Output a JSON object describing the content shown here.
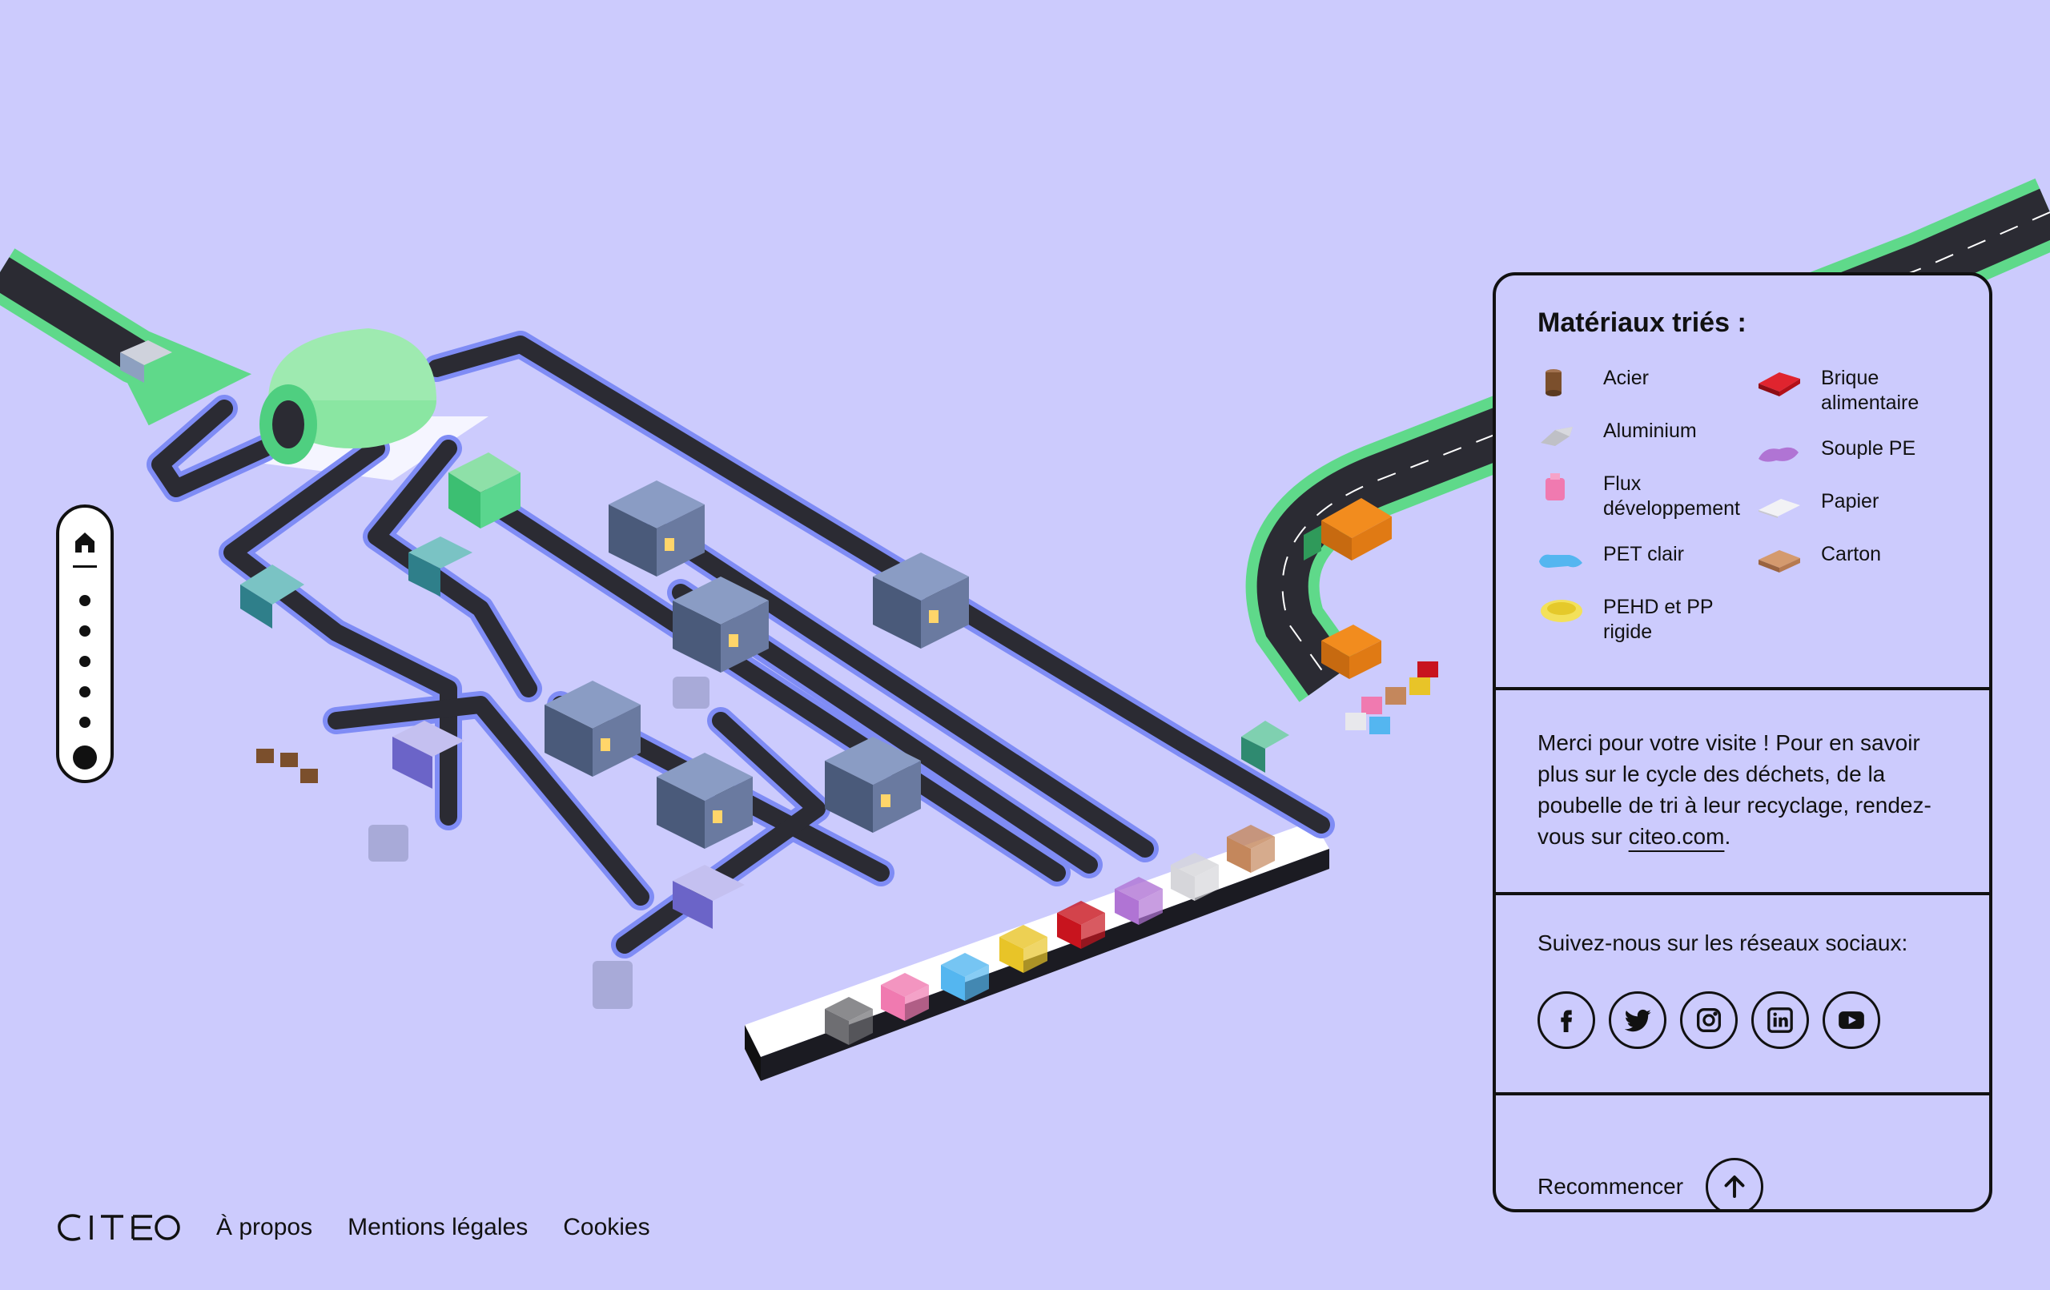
{
  "panel": {
    "materials_title": "Matériaux triés :",
    "materials": [
      {
        "label": "Acier",
        "icon": "steel-can-icon",
        "color": "#7b4f2c"
      },
      {
        "label": "Aluminium",
        "icon": "aluminium-icon",
        "color": "#bfc0c6"
      },
      {
        "label": "Flux développement",
        "icon": "flux-icon",
        "color": "#f07ab0"
      },
      {
        "label": "PET clair",
        "icon": "pet-bottle-icon",
        "color": "#54b6f0"
      },
      {
        "label": "PEHD et PP rigide",
        "icon": "pehd-icon",
        "color": "#f3e15a"
      },
      {
        "label": "Brique alimentaire",
        "icon": "carton-brick-icon",
        "color": "#c8141e"
      },
      {
        "label": "Souple PE",
        "icon": "soft-pe-icon",
        "color": "#b074d4"
      },
      {
        "label": "Papier",
        "icon": "paper-icon",
        "color": "#e8e8ec"
      },
      {
        "label": "Carton",
        "icon": "cardboard-icon",
        "color": "#c4875c"
      }
    ],
    "thanks_text": "Merci pour votre visite ! Pour en savoir plus sur le cycle des déchets, de la poubelle de tri à leur recyclage, rendez-vous sur ",
    "thanks_link": "citeo.com",
    "thanks_end": ".",
    "social_title": "Suivez-nous sur les réseaux sociaux:",
    "socials": [
      "facebook-icon",
      "twitter-icon",
      "instagram-icon",
      "linkedin-icon",
      "youtube-icon"
    ],
    "restart_label": "Recommencer"
  },
  "footer": {
    "logo": "CITEO",
    "links": [
      "À propos",
      "Mentions légales",
      "Cookies"
    ]
  },
  "colors": {
    "background": "#cccbfd",
    "ink": "#111111",
    "road": "#2b2b33",
    "grass": "#5fd98a",
    "conveyor_edge": "#7f8cf5"
  }
}
